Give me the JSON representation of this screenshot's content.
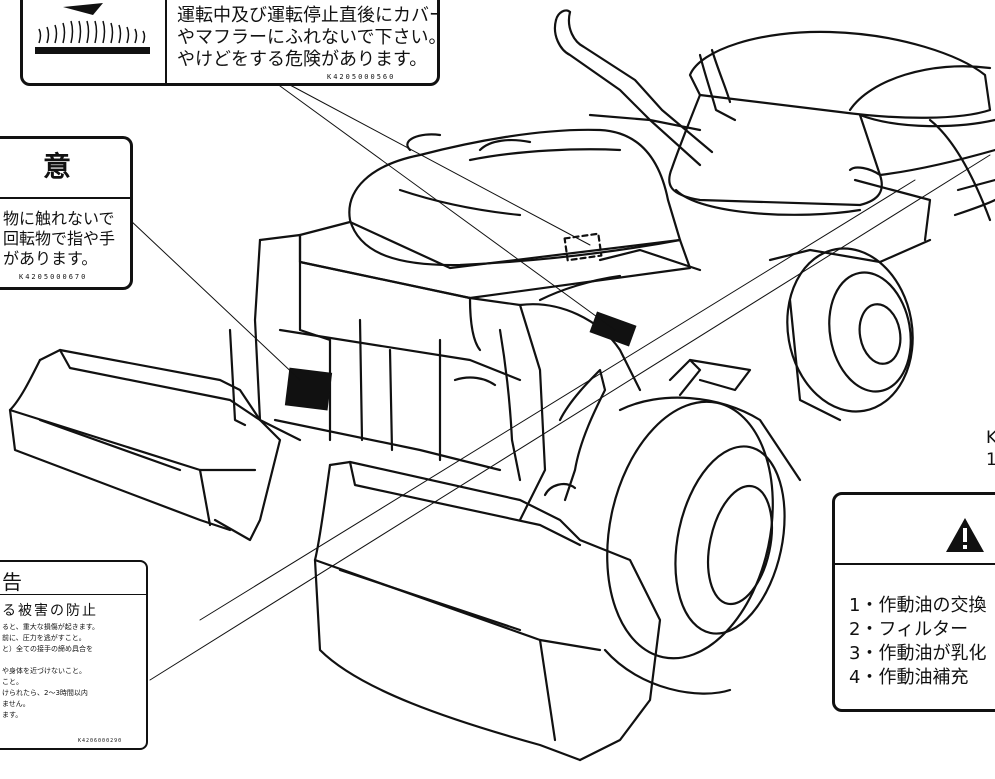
{
  "labels": {
    "exhaust": {
      "text_lines": [
        "運転中及び運転停止直後にカバー",
        "やマフラーにふれないで下さい。",
        "やけどをする危険があります。"
      ],
      "code": "K4205000560",
      "icon": "hot-surface-icon"
    },
    "rotating": {
      "title": "意",
      "text_lines": [
        "物に触れないで",
        "回転物で指や手",
        "があります。"
      ],
      "code": "K4205000670"
    },
    "hydraulic_pressure": {
      "title": "告",
      "heading": "る被害の防止",
      "text_lines": [
        "ると、重大な損傷が起きます。",
        "前に、圧力を逃がすこと。",
        "と）全ての接手の締め具合を",
        "",
        "や身体を近づけないこと。",
        "こと。",
        "けられたら、2～3時間以内",
        "ません。",
        "ます。"
      ],
      "code": "K4206000290"
    },
    "hydraulic_oil": {
      "side_fragments": [
        "K",
        "1"
      ],
      "icon": "warning-triangle-icon",
      "items": [
        "1・作動油の交換",
        "2・フィルター",
        "3・作動油が乳化",
        "4・作動油補充"
      ]
    }
  },
  "colors": {
    "line": "#111111",
    "background": "#ffffff"
  }
}
